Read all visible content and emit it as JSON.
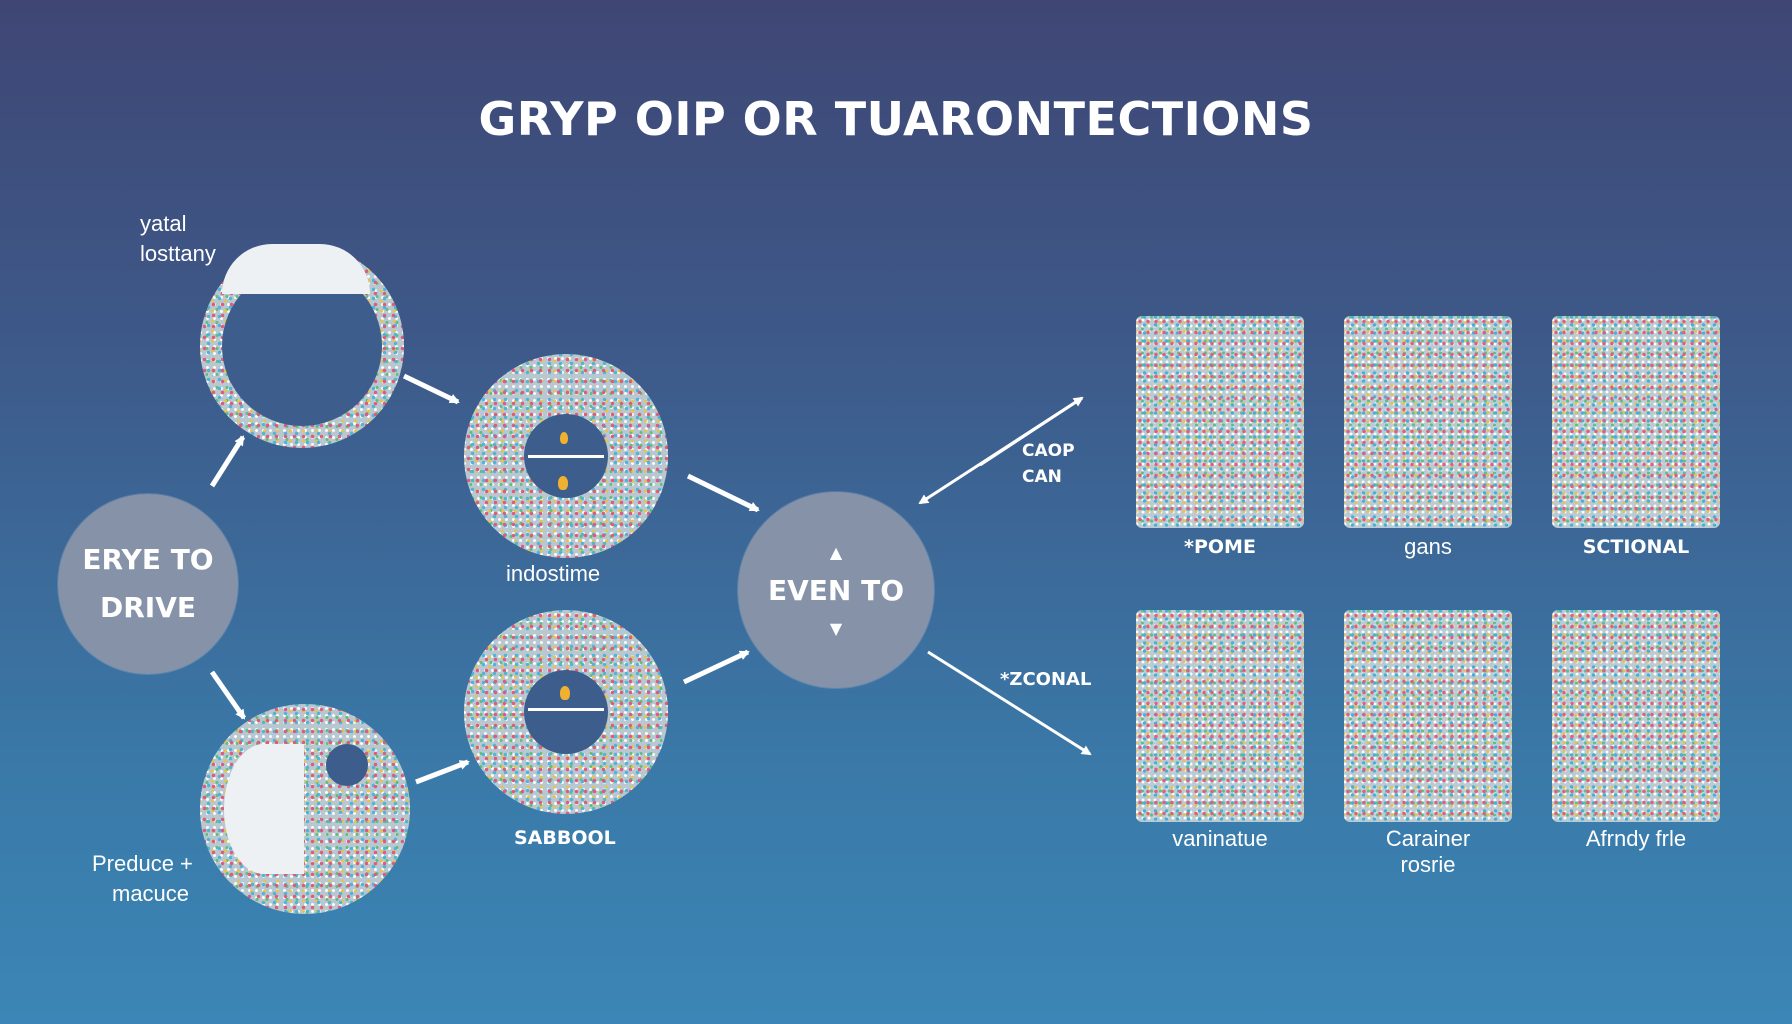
{
  "title": "GRYP OIP OR TUARONTECTIONS",
  "nodes": {
    "left": {
      "line1": "ERYE TO",
      "line2": "DRIVE"
    },
    "top_ring": {
      "label_line1": "yatal",
      "label_line2": "losttany"
    },
    "bottom_ring": {
      "label_line1": "Preduce +",
      "label_line2": "macuce"
    },
    "mid_top_ring": {
      "label": "indostime"
    },
    "mid_bottom_ring": {
      "label": "SABBOOL"
    },
    "center": {
      "label": "EVEN TO",
      "up_glyph": "▲",
      "down_glyph": "▼"
    }
  },
  "edge_labels": {
    "upper_line1": "CAOP",
    "upper_line2": "CAN",
    "lower": "*ZCONAL"
  },
  "tiles": [
    {
      "label": "*POME"
    },
    {
      "label": "gans"
    },
    {
      "label": "SCTIONAL"
    },
    {
      "label": "vaninatue"
    },
    {
      "label_line1": "Carainer",
      "label_line2": "rosrie"
    },
    {
      "label": "Afrndy frle"
    }
  ],
  "colors": {
    "background_top": "#3f4674",
    "background_bottom": "#3b86b6",
    "node_fill": "#8592a8",
    "arrow": "#ffffff"
  }
}
